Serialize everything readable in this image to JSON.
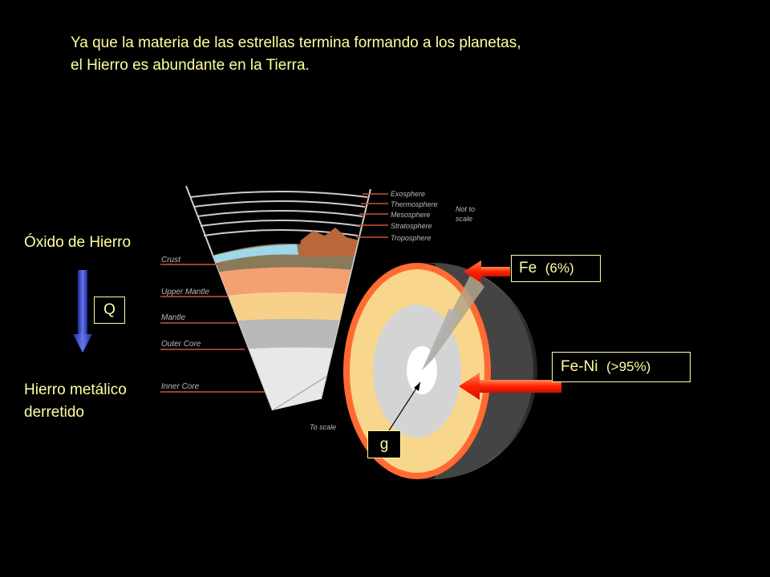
{
  "title_lines": [
    "Ya que la materia de las estrellas termina formando a los planetas,",
    "el Hierro es abundante en la Tierra."
  ],
  "left": {
    "top_label": "Óxido de Hierro",
    "heat_symbol": "Q",
    "bottom_label_lines": [
      "Hierro metálico",
      "derretido"
    ]
  },
  "callouts": {
    "fe_symbol": "Fe",
    "fe_percent": "(6%)",
    "feni_symbol": "Fe-Ni",
    "feni_percent": "(>95%)",
    "gravity_symbol": "g"
  },
  "cutaway_labels": {
    "atmosphere": [
      "Exosphere",
      "Thermosphere",
      "Mesosphere",
      "Stratosphere",
      "Troposphere"
    ],
    "not_to_scale": [
      "Not to",
      "scale"
    ],
    "interior": [
      "Crust",
      "Upper Mantle",
      "Mantle",
      "Outer Core",
      "Inner Core"
    ],
    "to_scale": "To scale"
  },
  "colors": {
    "text": "#ffffa0",
    "arrow_red": "#ff3300",
    "arrow_blue": "#3344cc"
  }
}
